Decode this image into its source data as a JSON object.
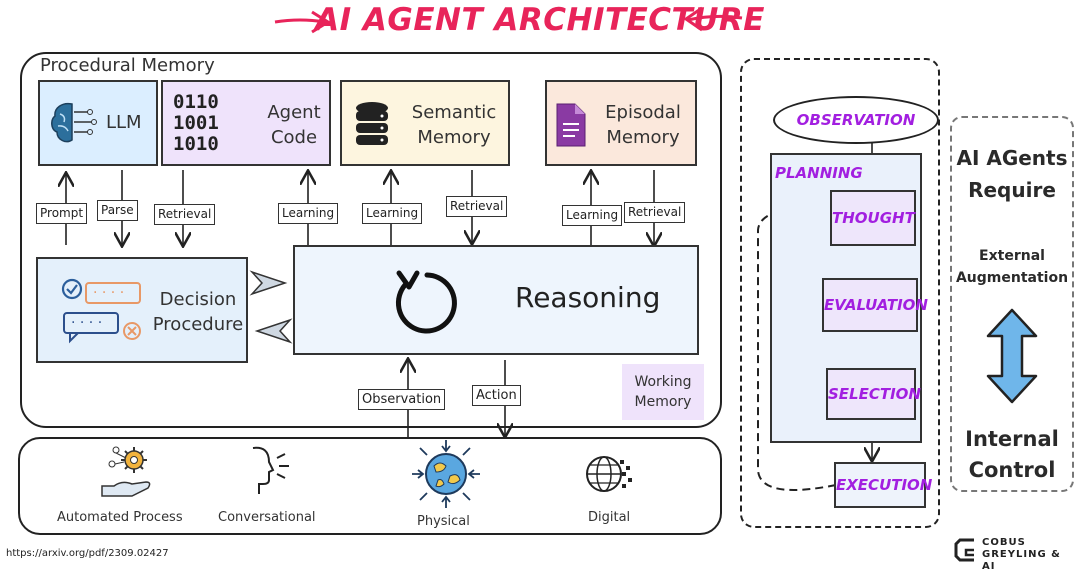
{
  "title": "AI AGENT ARCHITECTURE",
  "procedural_memory": "Procedural Memory",
  "components": {
    "llm": "LLM",
    "agent_code": "Agent Code",
    "agent_code_bits": [
      "0110",
      "1001",
      "1010"
    ],
    "semantic_memory": "Semantic Memory",
    "episodal_memory": "Episodal Memory",
    "decision_procedure": "Decision Procedure",
    "reasoning": "Reasoning",
    "working_memory": "Working Memory"
  },
  "connectors": {
    "prompt": "Prompt",
    "parse": "Parse",
    "retrieval_code": "Retrieval",
    "learning_code": "Learning",
    "learning_semantic": "Learning",
    "retrieval_semantic": "Retrieval",
    "learning_episodal": "Learning",
    "retrieval_episodal": "Retrieval",
    "observation": "Observation",
    "action": "Action"
  },
  "environment": {
    "automated_process": "Automated Process",
    "conversational": "Conversational",
    "physical": "Physical",
    "digital": "Digital"
  },
  "flow": {
    "observation": "OBSERVATION",
    "planning": "PLANNING",
    "thought": "THOUGHT",
    "evaluation": "EVALUATION",
    "selection": "SELECTION",
    "execution": "EXECUTION"
  },
  "side": {
    "line1": "AI AGents",
    "line2": "Require",
    "external": "External Augmentation",
    "internal": "Internal Control"
  },
  "footer": {
    "url": "https://arxiv.org/pdf/2309.02427",
    "brand": "COBUS GREYLING & AI"
  },
  "colors": {
    "title": "#e8245a",
    "flow_text": "#a21fe0",
    "llm_fill": "#dbeeff",
    "agent_code_fill": "#efe3fb",
    "semantic_fill": "#fdf5df",
    "episodal_fill": "#fbe8dc",
    "decision_fill": "#e4f0fb",
    "reasoning_fill": "#eef5fd",
    "working_memory_fill": "#efe3fb",
    "arrow_fill": "#6fb6ea"
  },
  "icons": [
    "brain-icon",
    "database-icon",
    "document-icon",
    "chat-bubbles-icon",
    "refresh-icon",
    "gear-hand-icon",
    "speaking-head-icon",
    "globe-icon",
    "digital-globe-icon",
    "double-arrow-icon",
    "cg-logo-icon",
    "arrow-right-icon",
    "arrow-left-icon"
  ]
}
